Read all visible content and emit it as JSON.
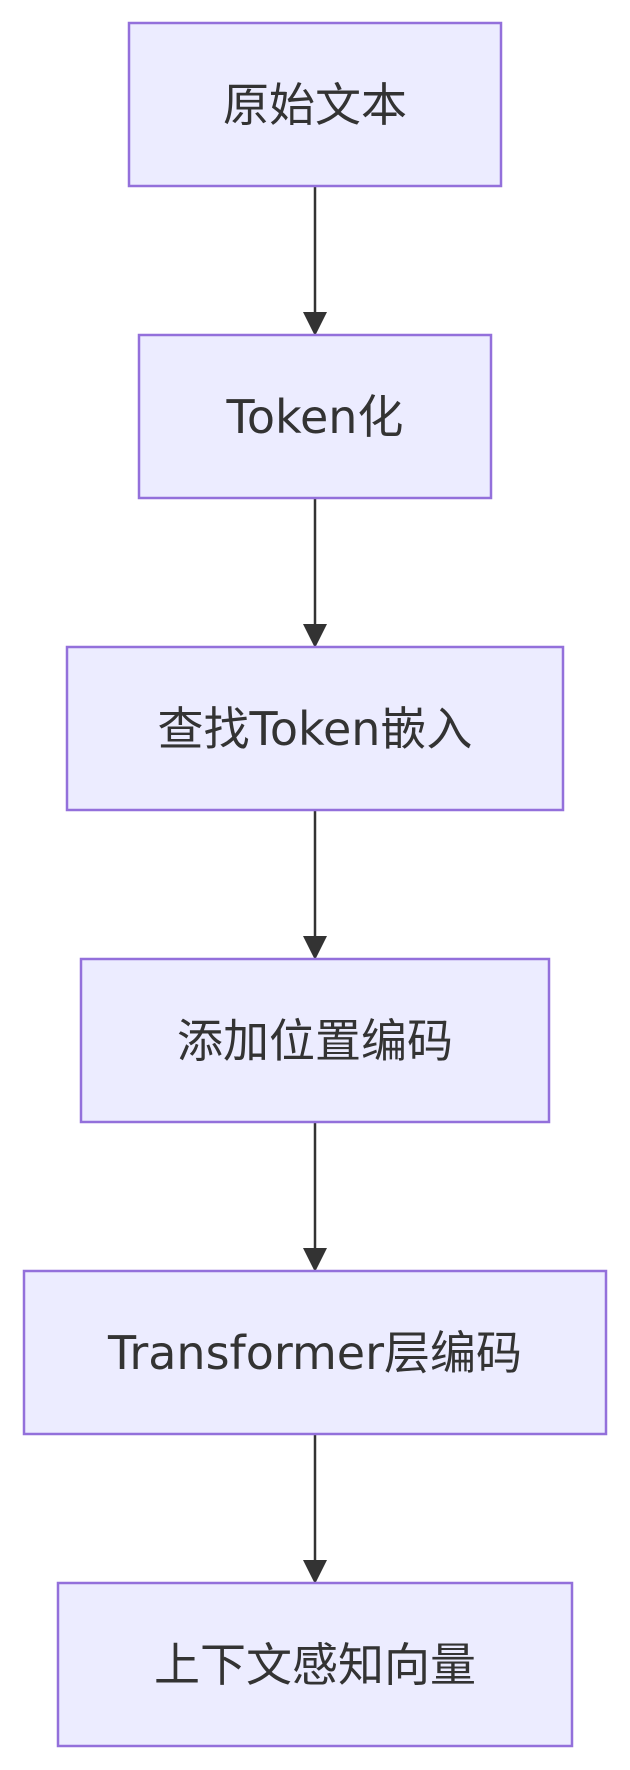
{
  "flowchart": {
    "nodes": [
      {
        "id": "raw-text",
        "label": "原始文本"
      },
      {
        "id": "tokenize",
        "label": "Token化"
      },
      {
        "id": "lookup-embedding",
        "label": "查找Token嵌入"
      },
      {
        "id": "add-positional-encoding",
        "label": "添加位置编码"
      },
      {
        "id": "transformer-encoding",
        "label": "Transformer层编码"
      },
      {
        "id": "context-vector",
        "label": "上下文感知向量"
      }
    ],
    "edges": [
      {
        "from": "raw-text",
        "to": "tokenize"
      },
      {
        "from": "tokenize",
        "to": "lookup-embedding"
      },
      {
        "from": "lookup-embedding",
        "to": "add-positional-encoding"
      },
      {
        "from": "add-positional-encoding",
        "to": "transformer-encoding"
      },
      {
        "from": "transformer-encoding",
        "to": "context-vector"
      }
    ],
    "colors": {
      "node_fill": "#ececff",
      "node_stroke": "#9370db",
      "edge": "#333333",
      "text": "#333333"
    }
  }
}
